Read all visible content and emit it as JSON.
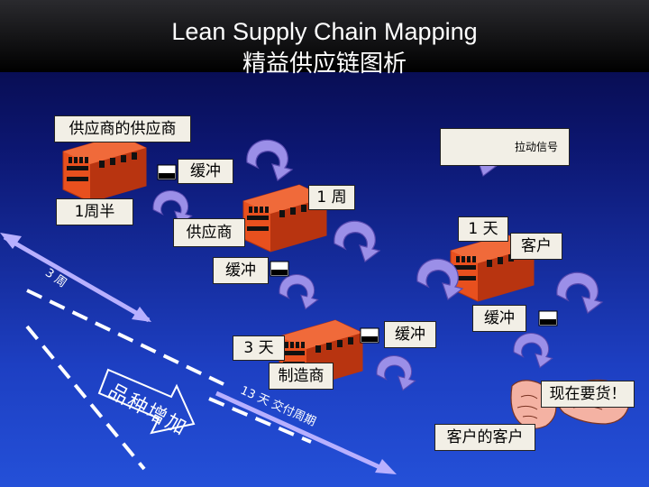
{
  "title": {
    "en": "Lean Supply Chain Mapping",
    "zh": "精益供应链图析"
  },
  "labels": {
    "supplier_of_supplier": "供应商的供应商",
    "pull_signal": "拉动信号",
    "buffer": "缓冲",
    "one_and_half_week": "1周半",
    "one_week": "1 周",
    "supplier": "供应商",
    "one_day": "1 天",
    "customer": "客户",
    "three_day": "3 天",
    "manufacturer": "制造商",
    "order_now": "现在要货！",
    "customer_of_customer": "客户的客户",
    "product_variety_increase": "品种增加",
    "three_week": "3 周",
    "thirteen_day_delivery": "13 天 交付周期"
  },
  "colors": {
    "factory": "#e8501e",
    "factory_dark": "#b83410",
    "arrow": "#9b8fe8",
    "arrow_dark": "#5a4bb0",
    "box_bg": "#f2efe6",
    "leadtime_arrow": "#b8b0ff"
  }
}
